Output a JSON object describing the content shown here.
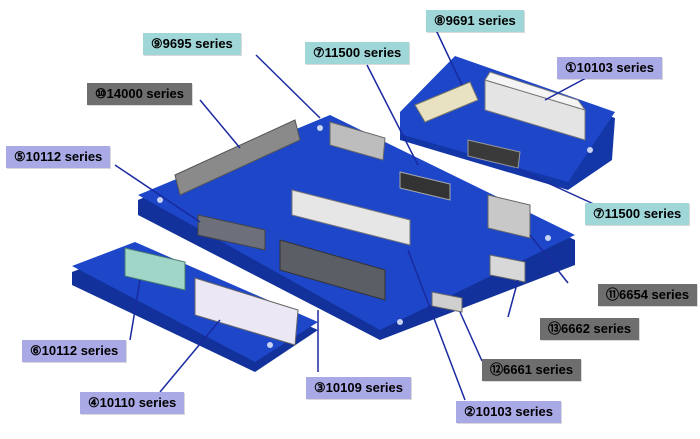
{
  "colors": {
    "board": "#1d46c8",
    "board_edge": "#13319a",
    "label_teal": "#9fd6d8",
    "label_violet": "#a9a9e6",
    "label_gray": "#6e6e6e",
    "leader": "#1a2aa0"
  },
  "labels": {
    "l1": "①10103 series",
    "l2": "②10103 series",
    "l3": "③10109 series",
    "l4": "④10110 series",
    "l5": "⑤10112 series",
    "l6": "⑥10112 series",
    "l7a": "⑦11500 series",
    "l7b": "⑦11500 series",
    "l8": "⑧9691 series",
    "l9": "⑨9695 series",
    "l10": "⑩14000 series",
    "l11": "⑪6654 series",
    "l12": "⑫6661 series",
    "l13": "⑬6662 series"
  }
}
